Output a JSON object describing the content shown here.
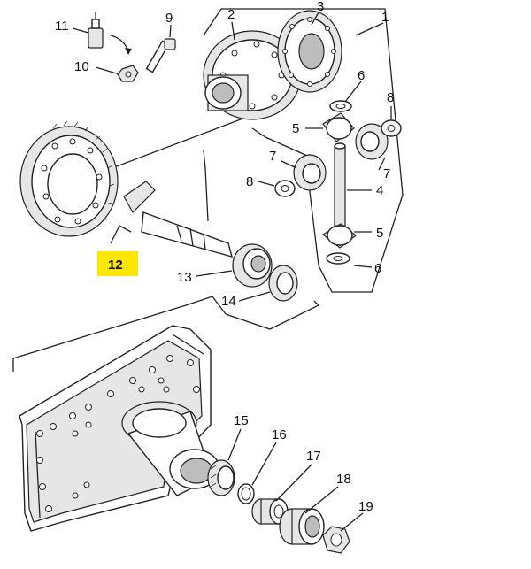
{
  "callouts": [
    {
      "id": "c1",
      "text": "1"
    },
    {
      "id": "c2",
      "text": "2"
    },
    {
      "id": "c3",
      "text": "3"
    },
    {
      "id": "c4",
      "text": "4"
    },
    {
      "id": "c5a",
      "text": "5"
    },
    {
      "id": "c5b",
      "text": "5"
    },
    {
      "id": "c6a",
      "text": "6"
    },
    {
      "id": "c6b",
      "text": "6"
    },
    {
      "id": "c7a",
      "text": "7"
    },
    {
      "id": "c7b",
      "text": "7"
    },
    {
      "id": "c8a",
      "text": "8"
    },
    {
      "id": "c8b",
      "text": "8"
    },
    {
      "id": "c9",
      "text": "9"
    },
    {
      "id": "c10",
      "text": "10"
    },
    {
      "id": "c11",
      "text": "11"
    },
    {
      "id": "c12",
      "text": "12"
    },
    {
      "id": "c13",
      "text": "13"
    },
    {
      "id": "c14",
      "text": "14"
    },
    {
      "id": "c15",
      "text": "15"
    },
    {
      "id": "c16",
      "text": "16"
    },
    {
      "id": "c17",
      "text": "17"
    },
    {
      "id": "c18",
      "text": "18"
    },
    {
      "id": "c19",
      "text": "19"
    }
  ],
  "highlight": {
    "callout": "12",
    "color": "#ffe600"
  },
  "colors": {
    "line": "#222222",
    "background": "#ffffff"
  }
}
